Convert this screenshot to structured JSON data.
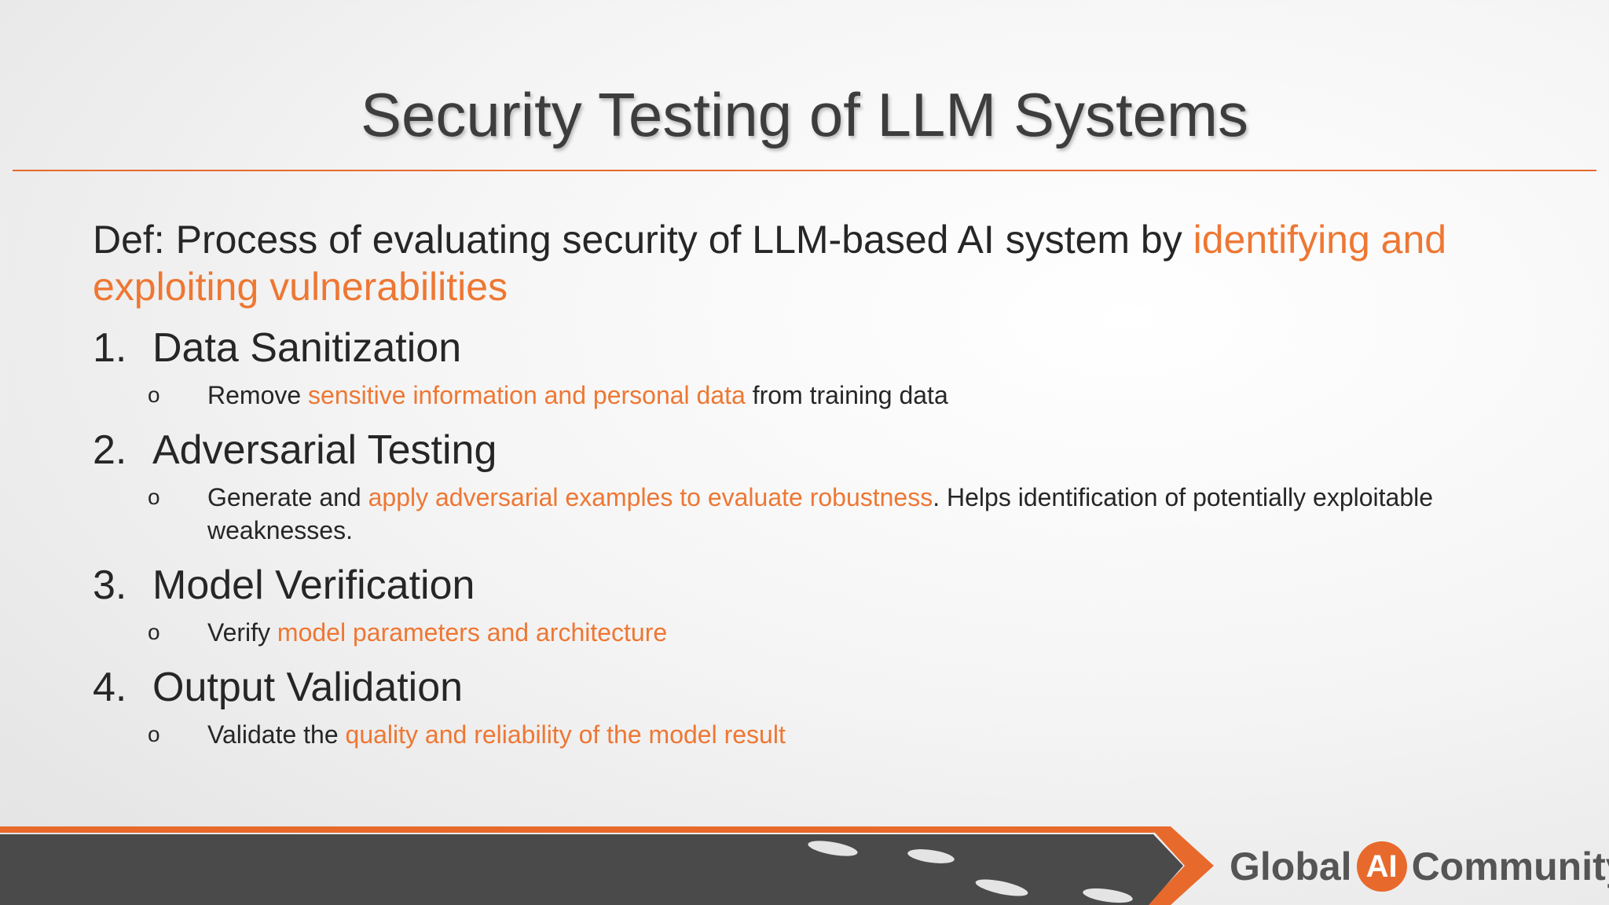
{
  "slide": {
    "title": "Security Testing of LLM Systems",
    "definition": {
      "prefix": "Def: Process of evaluating security of LLM-based AI system by ",
      "highlight": "identifying and exploiting vulnerabilities"
    },
    "items": [
      {
        "number": "1.",
        "heading": "Data Sanitization",
        "bullet": "o",
        "text_before": "Remove ",
        "highlight": "sensitive information and personal data",
        "text_after": " from training data"
      },
      {
        "number": "2.",
        "heading": "Adversarial Testing",
        "bullet": "o",
        "text_before": "Generate and ",
        "highlight": "apply adversarial examples to evaluate robustness",
        "text_after": ". Helps identification of potentially exploitable weaknesses."
      },
      {
        "number": "3.",
        "heading": "Model Verification",
        "bullet": "o",
        "text_before": "Verify ",
        "highlight": "model parameters and architecture",
        "text_after": ""
      },
      {
        "number": "4.",
        "heading": "Output Validation",
        "bullet": "o",
        "text_before": "Validate the ",
        "highlight": "quality and reliability of the model result",
        "text_after": ""
      }
    ]
  },
  "footer": {
    "logo_left": "Global",
    "logo_mid": "AI",
    "logo_right": "Community"
  },
  "colors": {
    "accent": "#ee7733",
    "footer_bar": "#4a4a4a",
    "text": "#262626"
  },
  "icons": [
    "footprints-icon"
  ]
}
